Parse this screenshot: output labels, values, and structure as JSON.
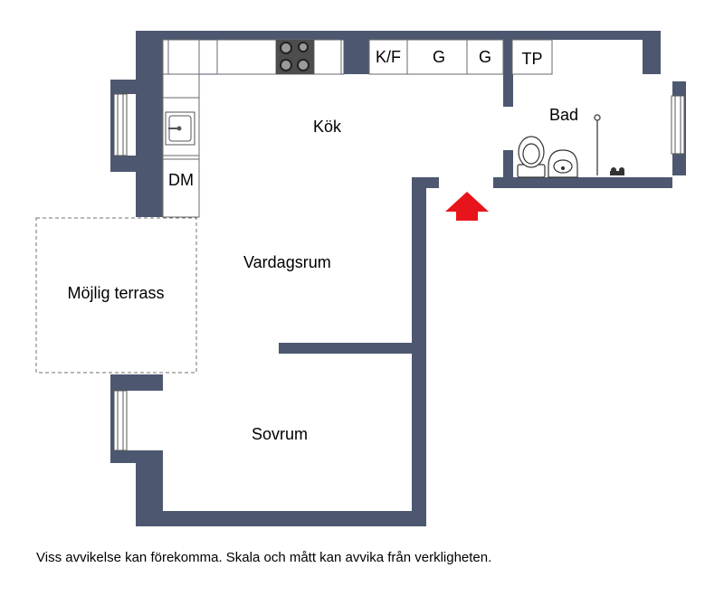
{
  "rooms": {
    "kitchen": "Kök",
    "living": "Vardagsrum",
    "bath": "Bad",
    "bedroom": "Sovrum",
    "terrace": "Möjlig terrass"
  },
  "fixtures": {
    "fridge_freezer": "K/F",
    "wardrobe_1": "G",
    "wardrobe_2": "G",
    "washer_dryer": "TP",
    "dishwasher": "DM"
  },
  "disclaimer": "Viss avvikelse kan förekomma. Skala och mått kan avvika från verkligheten.",
  "colors": {
    "wall": "#4d5870",
    "entrance_arrow": "#e8141b"
  },
  "icons": [
    "stove-icon",
    "sink-icon",
    "toilet-icon",
    "washbasin-icon",
    "shower-icon",
    "faucet-icon",
    "entrance-arrow-icon",
    "window-icon"
  ]
}
